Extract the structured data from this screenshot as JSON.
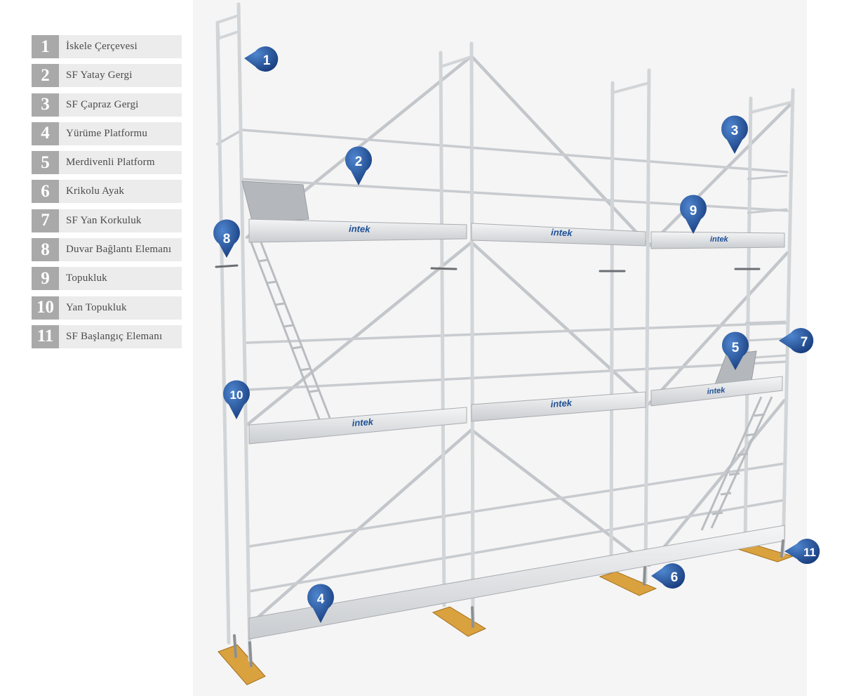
{
  "legend": [
    {
      "number": "1",
      "label": "İskele Çerçevesi"
    },
    {
      "number": "2",
      "label": "SF Yatay Gergi"
    },
    {
      "number": "3",
      "label": "SF Çapraz Gergi"
    },
    {
      "number": "4",
      "label": "Yürüme Platformu"
    },
    {
      "number": "5",
      "label": "Merdivenli Platform"
    },
    {
      "number": "6",
      "label": "Krikolu Ayak"
    },
    {
      "number": "7",
      "label": "SF Yan Korkuluk"
    },
    {
      "number": "8",
      "label": "Duvar Bağlantı Elemanı"
    },
    {
      "number": "9",
      "label": "Topukluk"
    },
    {
      "number": "10",
      "label": "Yan Topukluk"
    },
    {
      "number": "11",
      "label": "SF Başlangıç Elemanı"
    }
  ],
  "brand_text": "intek",
  "colors": {
    "legend_number_bg": "#a9a9a9",
    "legend_label_bg": "#ececec",
    "marker": "#1d4f95",
    "tube": "#c8cbcf",
    "timber": "#d9a23f"
  }
}
